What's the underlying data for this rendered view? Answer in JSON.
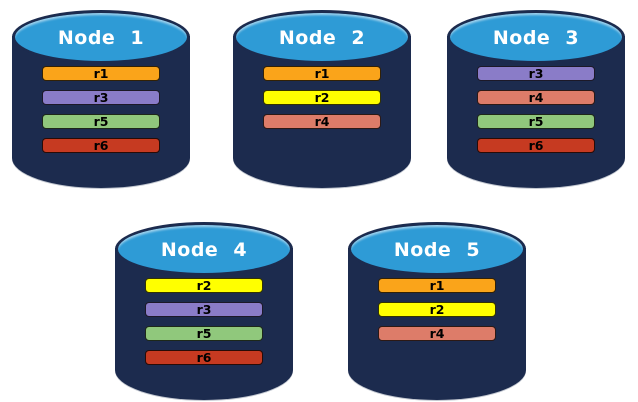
{
  "colors": {
    "background": "#FFFFFF",
    "cylinder_body": "#1C2B4E",
    "cylinder_top": "#2E9BD6",
    "node_title_text": "#FFFFFF",
    "bar_text": "#000000",
    "r1": "#FAA41A",
    "r2": "#FFFF00",
    "r3": "#8A7CC8",
    "r4": "#DD7C69",
    "r5": "#90C87C",
    "r6": "#C63A21"
  },
  "nodes": [
    {
      "title": "Node 1",
      "replicas": [
        {
          "label": "r1",
          "color": "#FAA41A"
        },
        {
          "label": "r3",
          "color": "#8A7CC8"
        },
        {
          "label": "r5",
          "color": "#90C87C"
        },
        {
          "label": "r6",
          "color": "#C63A21"
        }
      ]
    },
    {
      "title": "Node 2",
      "replicas": [
        {
          "label": "r1",
          "color": "#FAA41A"
        },
        {
          "label": "r2",
          "color": "#FFFF00"
        },
        {
          "label": "r4",
          "color": "#DD7C69"
        }
      ]
    },
    {
      "title": "Node 3",
      "replicas": [
        {
          "label": "r3",
          "color": "#8A7CC8"
        },
        {
          "label": "r4",
          "color": "#DD7C69"
        },
        {
          "label": "r5",
          "color": "#90C87C"
        },
        {
          "label": "r6",
          "color": "#C63A21"
        }
      ]
    },
    {
      "title": "Node 4",
      "replicas": [
        {
          "label": "r2",
          "color": "#FFFF00"
        },
        {
          "label": "r3",
          "color": "#8A7CC8"
        },
        {
          "label": "r5",
          "color": "#90C87C"
        },
        {
          "label": "r6",
          "color": "#C63A21"
        }
      ]
    },
    {
      "title": "Node 5",
      "replicas": [
        {
          "label": "r1",
          "color": "#FAA41A"
        },
        {
          "label": "r2",
          "color": "#FFFF00"
        },
        {
          "label": "r4",
          "color": "#DD7C69"
        }
      ]
    }
  ]
}
